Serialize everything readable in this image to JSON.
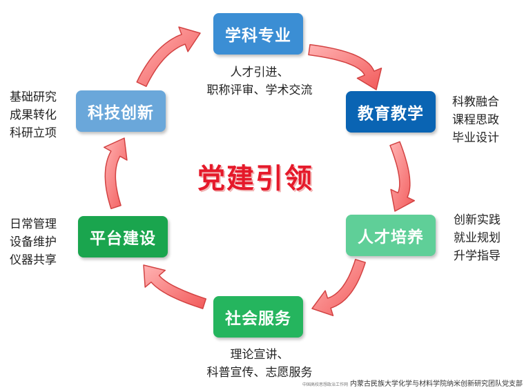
{
  "center": {
    "title": "党建引领"
  },
  "nodes": [
    {
      "id": "xueke",
      "label": "学科专业",
      "color": "#3b8ed4"
    },
    {
      "id": "jiaoyu",
      "label": "教育教学",
      "color": "#0a64b3"
    },
    {
      "id": "rencai",
      "label": "人才培养",
      "color": "#5fcf98"
    },
    {
      "id": "shehui",
      "label": "社会服务",
      "color": "#25b55e"
    },
    {
      "id": "pingtai",
      "label": "平台建设",
      "color": "#1aa54e"
    },
    {
      "id": "keji",
      "label": "科技创新",
      "color": "#6aa7da"
    }
  ],
  "annotations": {
    "xueke": [
      "人才引进、",
      "职称评审、学术交流"
    ],
    "jiaoyu": [
      "科教融合",
      "课程思政",
      "毕业设计"
    ],
    "rencai": [
      "创新实践",
      "就业规划",
      "升学指导"
    ],
    "shehui": [
      "理论宣讲、",
      "科普宣传、志愿服务"
    ],
    "pingtai": [
      "日常管理",
      "设备维护",
      "仪器共享"
    ],
    "keji": [
      "基础研究",
      "成果转化",
      "科研立项"
    ]
  },
  "footer": {
    "small": "中国高校思想政治工作网",
    "main": "内蒙古民族大学化学与材料学院纳米创新研究团队党支部"
  },
  "colors": {
    "arrow_fill": "#ff7a7a",
    "arrow_stroke": "#d24242",
    "center_text": "#e5192a"
  }
}
